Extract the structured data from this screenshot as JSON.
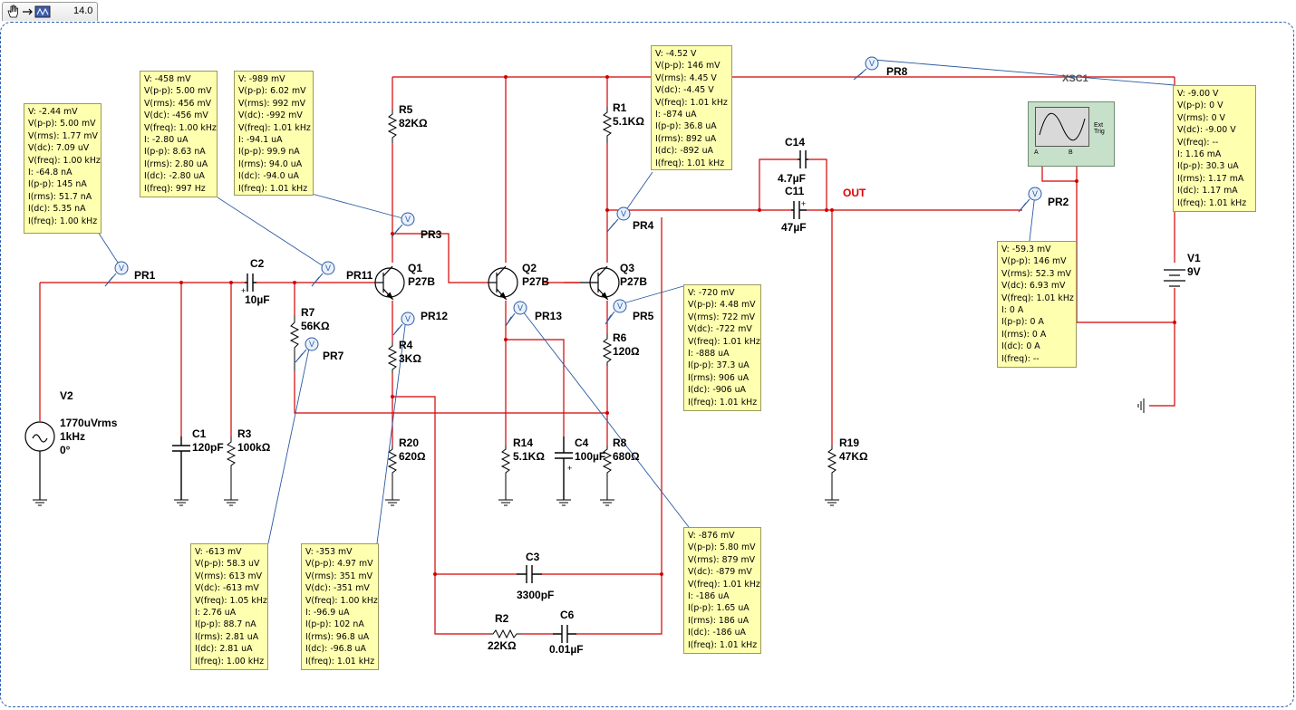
{
  "toolbar": {
    "zoom": "14.0",
    "icons": [
      "hand-icon",
      "arrow-icon",
      "schematic-icon"
    ]
  },
  "colors": {
    "wire": "#d40000",
    "probe_line": "#2a5aa0",
    "probe_bg": "#ffffb0",
    "frame": "#2a5db0",
    "out_label": "#e00000"
  },
  "probe_names": {
    "PR1": "PR1",
    "PR2": "PR2",
    "PR3": "PR3",
    "PR4": "PR4",
    "PR5": "PR5",
    "PR7": "PR7",
    "PR8": "PR8",
    "PR11": "PR11",
    "PR12": "PR12",
    "PR13": "PR13"
  },
  "components": {
    "V1": {
      "name": "V1",
      "value": "9V"
    },
    "V2": {
      "name": "V2",
      "value": "1770uVrms\n1kHz\n0°"
    },
    "R1": {
      "name": "R1",
      "value": "5.1KΩ"
    },
    "R2": {
      "name": "R2",
      "value": "22KΩ"
    },
    "R3": {
      "name": "R3",
      "value": "100kΩ"
    },
    "R4": {
      "name": "R4",
      "value": "3KΩ"
    },
    "R5": {
      "name": "R5",
      "value": "82KΩ"
    },
    "R6": {
      "name": "R6",
      "value": "120Ω"
    },
    "R7": {
      "name": "R7",
      "value": "56KΩ"
    },
    "R8": {
      "name": "R8",
      "value": "680Ω"
    },
    "R14": {
      "name": "R14",
      "value": "5.1KΩ"
    },
    "R19": {
      "name": "R19",
      "value": "47KΩ"
    },
    "R20": {
      "name": "R20",
      "value": "620Ω"
    },
    "C1": {
      "name": "C1",
      "value": "120pF"
    },
    "C2": {
      "name": "C2",
      "value": "10µF"
    },
    "C3": {
      "name": "C3",
      "value": "3300pF"
    },
    "C4": {
      "name": "C4",
      "value": "100µF"
    },
    "C6": {
      "name": "C6",
      "value": "0.01µF"
    },
    "C11": {
      "name": "C11",
      "value": "47µF"
    },
    "C14": {
      "name": "C14",
      "value": "4.7µF"
    },
    "Q1": {
      "name": "Q1",
      "value": "P27B"
    },
    "Q2": {
      "name": "Q2",
      "value": "P27B"
    },
    "Q3": {
      "name": "Q3",
      "value": "P27B"
    },
    "XSC1": {
      "name": "XSC1"
    },
    "OUT": {
      "name": "OUT"
    }
  },
  "scope": {
    "ext": "Ext Trig",
    "a": "A",
    "b": "B"
  },
  "probes": {
    "PR1": [
      "V: -2.44 mV",
      "V(p-p): 5.00 mV",
      "V(rms): 1.77 mV",
      "V(dc): 7.09 uV",
      "V(freq): 1.00 kHz",
      "I: -64.8 nA",
      "I(p-p): 145 nA",
      "I(rms): 51.7 nA",
      "I(dc): 5.35 nA",
      "I(freq): 1.00 kHz"
    ],
    "PR11": [
      "V: -458 mV",
      "V(p-p): 5.00 mV",
      "V(rms): 456 mV",
      "V(dc): -456 mV",
      "V(freq): 1.00 kHz",
      "I: -2.80 uA",
      "I(p-p): 8.63 nA",
      "I(rms): 2.80 uA",
      "I(dc): -2.80 uA",
      "I(freq): 997 Hz"
    ],
    "PR3": [
      "V: -989 mV",
      "V(p-p): 6.02 mV",
      "V(rms): 992 mV",
      "V(dc): -992 mV",
      "V(freq): 1.01 kHz",
      "I: -94.1 uA",
      "I(p-p): 99.9 nA",
      "I(rms): 94.0 uA",
      "I(dc): -94.0 uA",
      "I(freq): 1.01 kHz"
    ],
    "PR4": [
      "V: -4.52 V",
      "V(p-p): 146 mV",
      "V(rms): 4.45 V",
      "V(dc): -4.45 V",
      "V(freq): 1.01 kHz",
      "I: -874 uA",
      "I(p-p): 36.8 uA",
      "I(rms): 892 uA",
      "I(dc): -892 uA",
      "I(freq): 1.01 kHz"
    ],
    "PR8": [
      "V: -9.00 V",
      "V(p-p): 0 V",
      "V(rms): 0 V",
      "V(dc): -9.00 V",
      "V(freq): --",
      "I: 1.16 mA",
      "I(p-p): 30.3 uA",
      "I(rms): 1.17 mA",
      "I(dc): 1.17 mA",
      "I(freq): 1.01 kHz"
    ],
    "PR2": [
      "V: -59.3 mV",
      "V(p-p): 146 mV",
      "V(rms): 52.3 mV",
      "V(dc): 6.93 mV",
      "V(freq): 1.01 kHz",
      "I: 0 A",
      "I(p-p): 0 A",
      "I(rms): 0 A",
      "I(dc): 0 A",
      "I(freq): --"
    ],
    "PR5": [
      "V: -720 mV",
      "V(p-p): 4.48 mV",
      "V(rms): 722 mV",
      "V(dc): -722 mV",
      "V(freq): 1.01 kHz",
      "I: -888 uA",
      "I(p-p): 37.3 uA",
      "I(rms): 906 uA",
      "I(dc): -906 uA",
      "I(freq): 1.01 kHz"
    ],
    "PR7": [
      "V: -613 mV",
      "V(p-p): 58.3 uV",
      "V(rms): 613 mV",
      "V(dc): -613 mV",
      "V(freq): 1.05 kHz",
      "I: 2.76 uA",
      "I(p-p): 88.7 nA",
      "I(rms): 2.81 uA",
      "I(dc): 2.81 uA",
      "I(freq): 1.00 kHz"
    ],
    "PR12": [
      "V: -353 mV",
      "V(p-p): 4.97 mV",
      "V(rms): 351 mV",
      "V(dc): -351 mV",
      "V(freq): 1.00 kHz",
      "I: -96.9 uA",
      "I(p-p): 102 nA",
      "I(rms): 96.8 uA",
      "I(dc): -96.8 uA",
      "I(freq): 1.01 kHz"
    ],
    "PR13": [
      "V: -876 mV",
      "V(p-p): 5.80 mV",
      "V(rms): 879 mV",
      "V(dc): -879 mV",
      "V(freq): 1.01 kHz",
      "I: -186 uA",
      "I(p-p): 1.65 uA",
      "I(rms): 186 uA",
      "I(dc): -186 uA",
      "I(freq): 1.01 kHz"
    ]
  }
}
